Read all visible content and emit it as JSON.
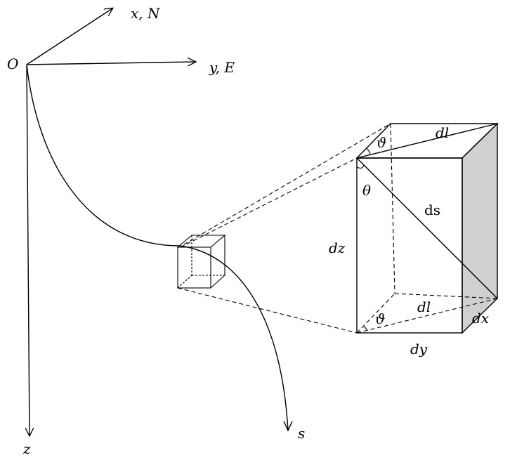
{
  "labels": {
    "origin": "O",
    "x_axis": "x,  N",
    "y_axis": "y,  E",
    "z_axis": "z",
    "path_end": "s",
    "dl_top": "dl",
    "dl_bottom": "dl",
    "ds": "ds",
    "dz": "dz",
    "dx": "dx",
    "dy": "dy",
    "theta": "θ",
    "phi_top": "ϑ",
    "phi_bottom": "ϑ"
  },
  "colors": {
    "stroke": "#000000",
    "shaded_face": "#d0d0d0",
    "background": "#ffffff"
  }
}
